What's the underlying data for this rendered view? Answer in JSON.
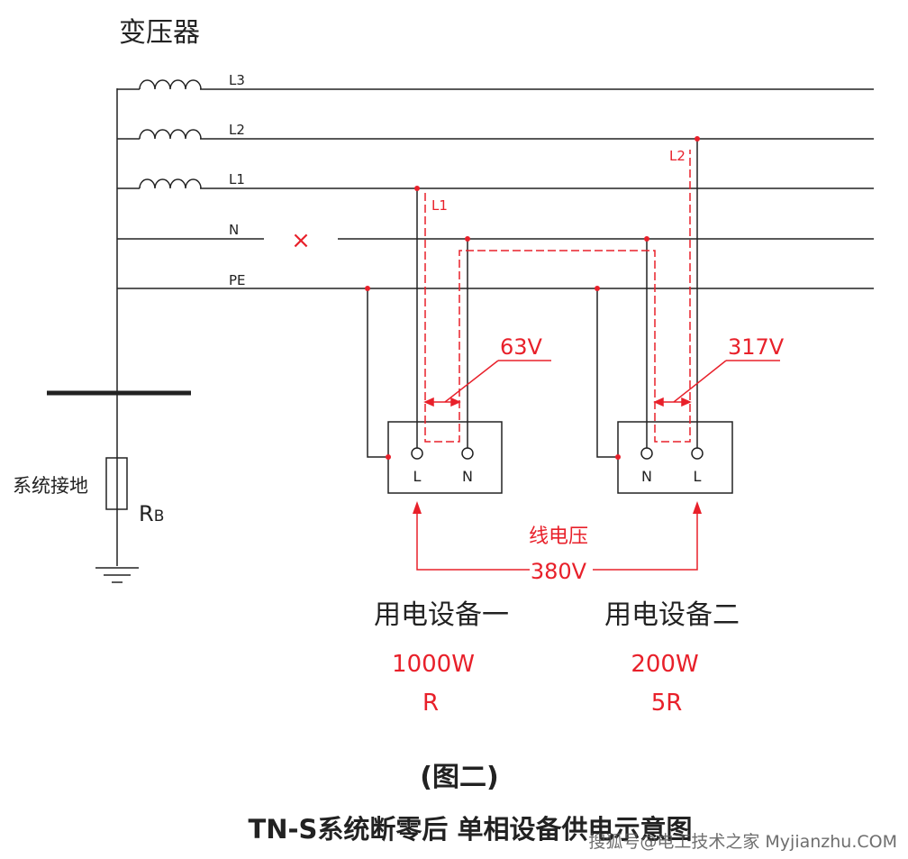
{
  "transformer_label": "变压器",
  "grounding_label": "系统接地",
  "resistor_label_main": "R",
  "resistor_label_sub": "B",
  "bus_labels": {
    "l3": "L3",
    "l2": "L2",
    "l1": "L1",
    "n": "N",
    "pe": "PE"
  },
  "break_mark": "×",
  "device1": {
    "terminal_left": "L",
    "terminal_right": "N",
    "voltage": "63V",
    "phase_tag": "L1",
    "name": "用电设备一",
    "power": "1000W",
    "resistance": "R"
  },
  "device2": {
    "terminal_left": "N",
    "terminal_right": "L",
    "voltage": "317V",
    "phase_tag": "L2",
    "name": "用电设备二",
    "power": "200W",
    "resistance": "5R"
  },
  "line_voltage_label": "线电压",
  "line_voltage_value": "380V",
  "figure_number": "(图二)",
  "figure_title": "TN-S系统断零后 单相设备供电示意图",
  "watermark": "搜狐号@电工技术之家 Myjianzhu.COM",
  "colors": {
    "line": "#222222",
    "red": "#e8202a",
    "background": "#ffffff"
  }
}
